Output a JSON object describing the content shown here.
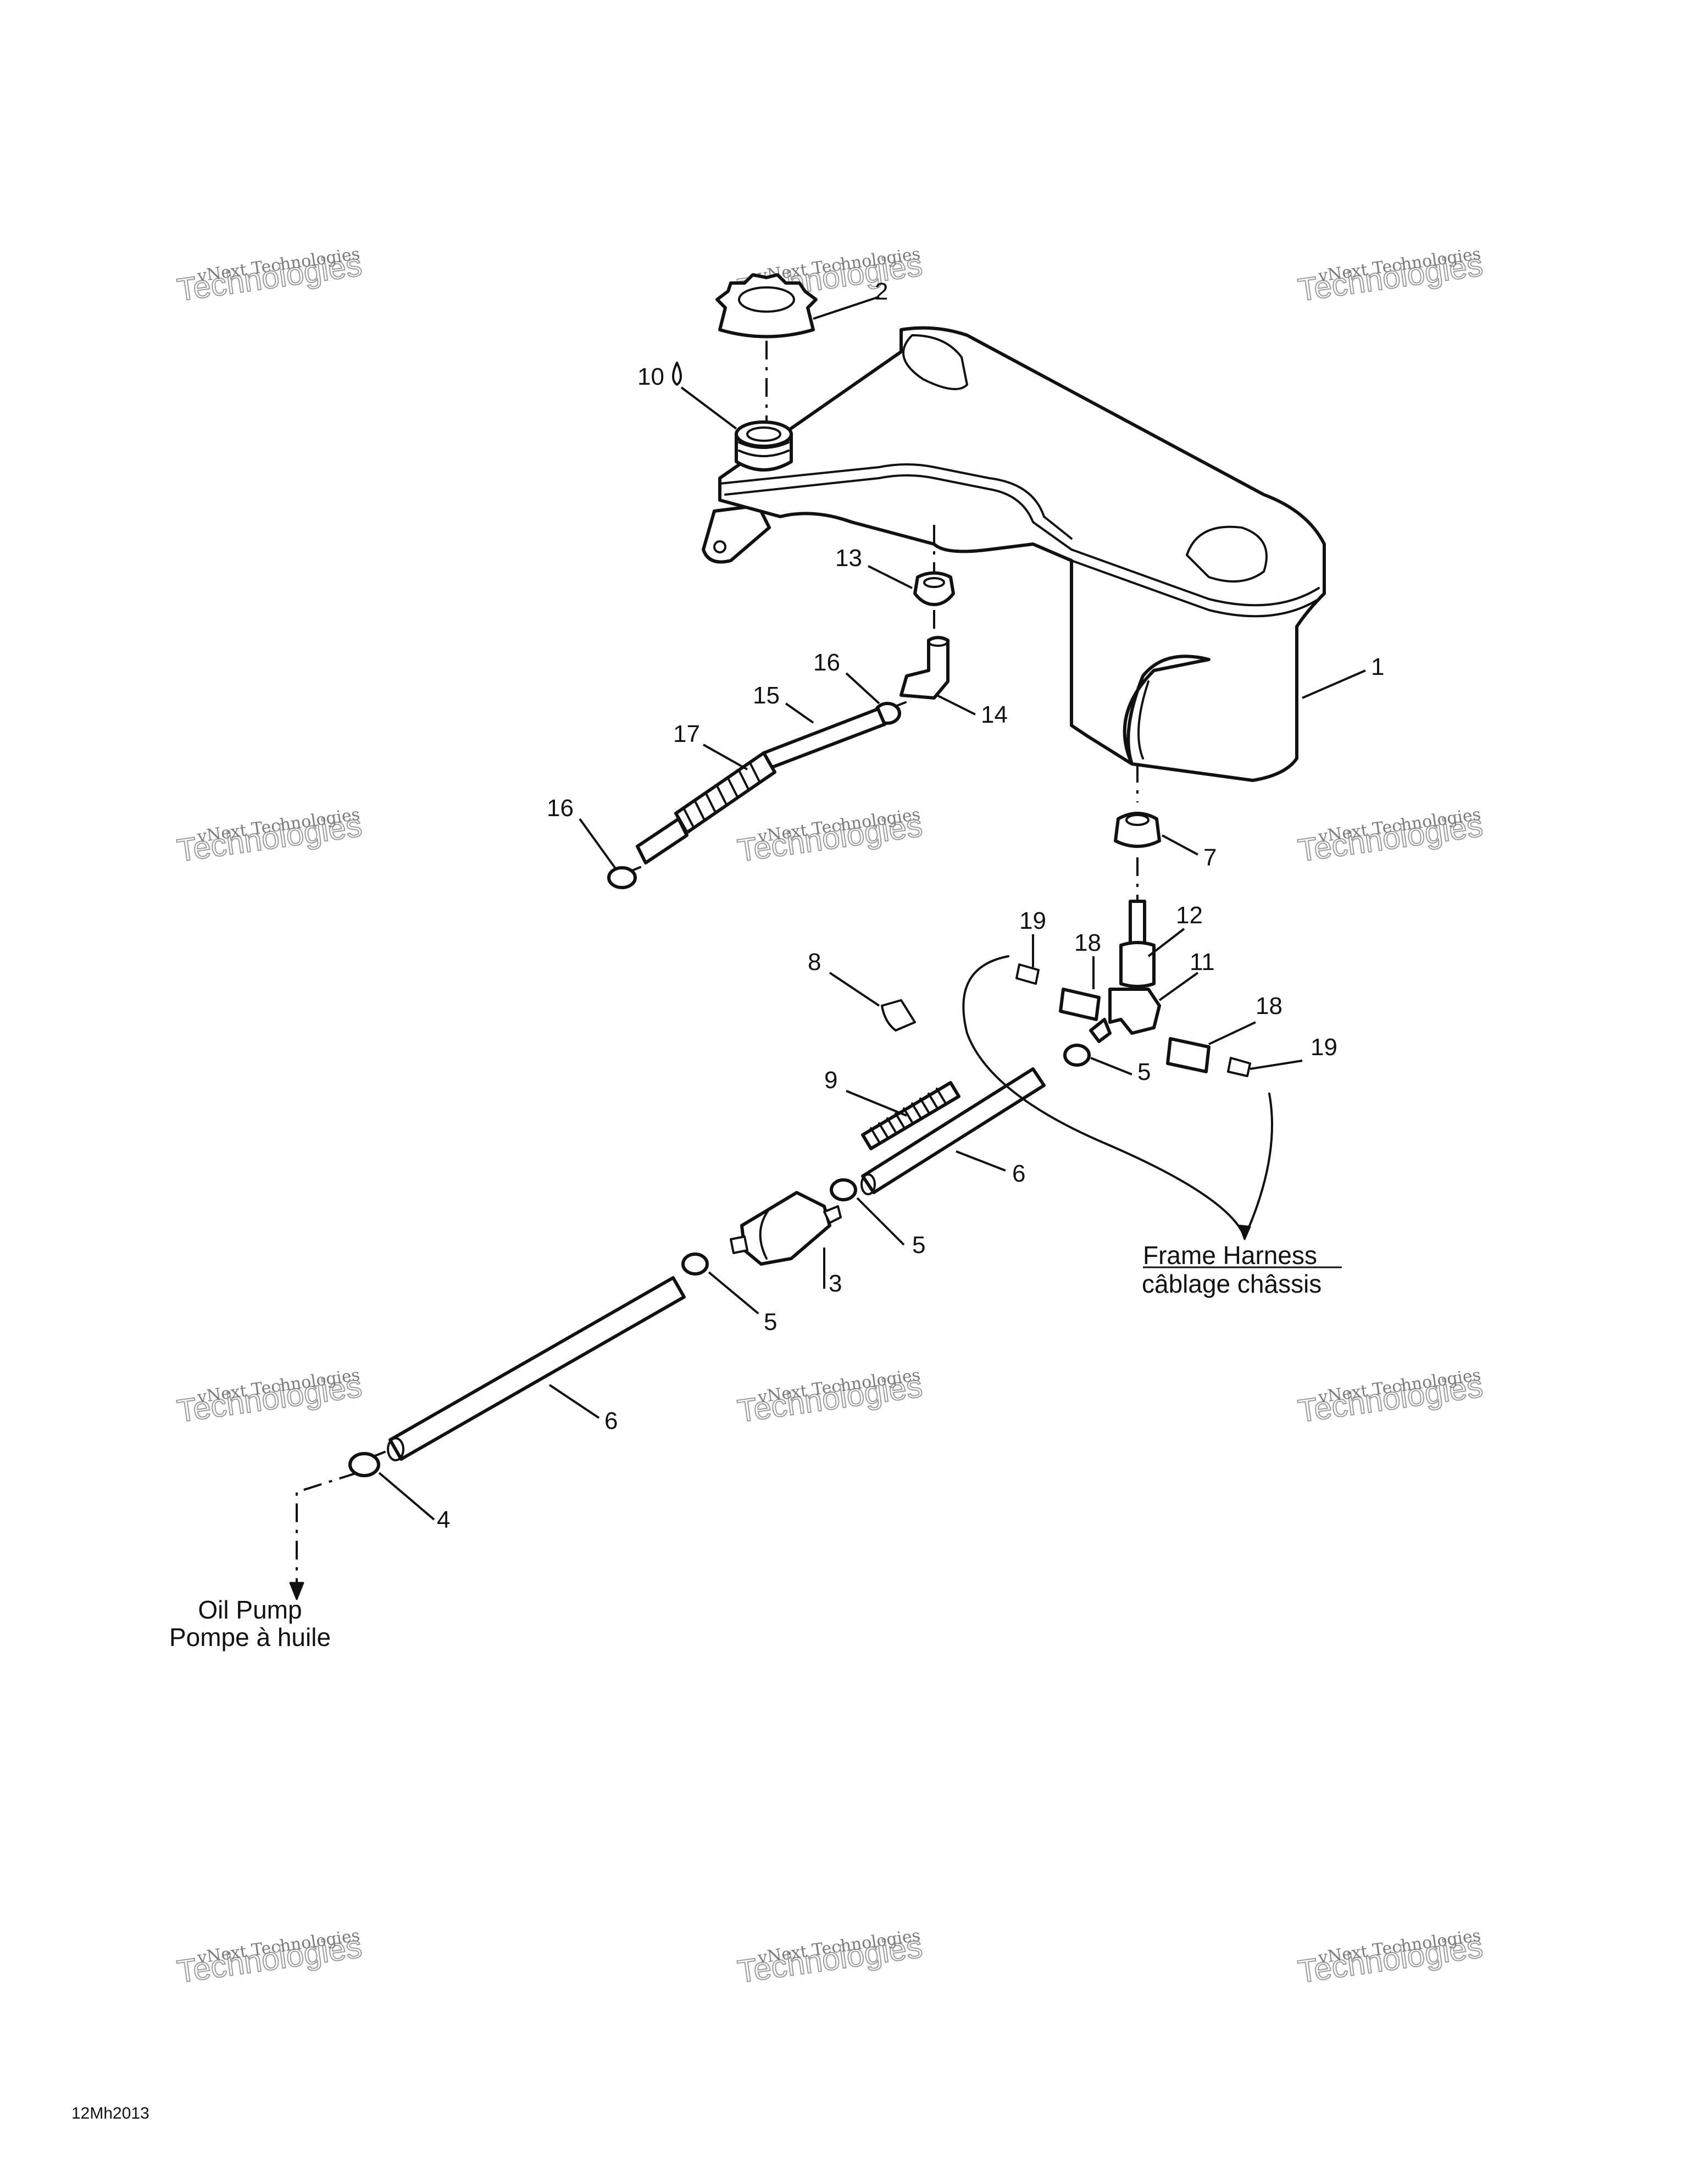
{
  "diagram": {
    "reference_code": "12Mh2013",
    "callouts": [
      "1",
      "2",
      "3",
      "4",
      "5",
      "5",
      "5",
      "6",
      "6",
      "7",
      "8",
      "9",
      "10",
      "11",
      "12",
      "13",
      "14",
      "15",
      "16",
      "16",
      "17",
      "18",
      "18",
      "19",
      "19"
    ],
    "frame_harness": {
      "line1": "Frame Harness",
      "line2": "câblage châssis"
    },
    "oil_pump": {
      "line1": "Oil Pump",
      "line2": "Pompe à huile"
    },
    "watermark": {
      "line1": "vNext Technologies",
      "line2": "Technologies"
    }
  },
  "colors": {
    "ink": "#111111",
    "background": "#ffffff",
    "watermark": "#9a9a9a"
  }
}
